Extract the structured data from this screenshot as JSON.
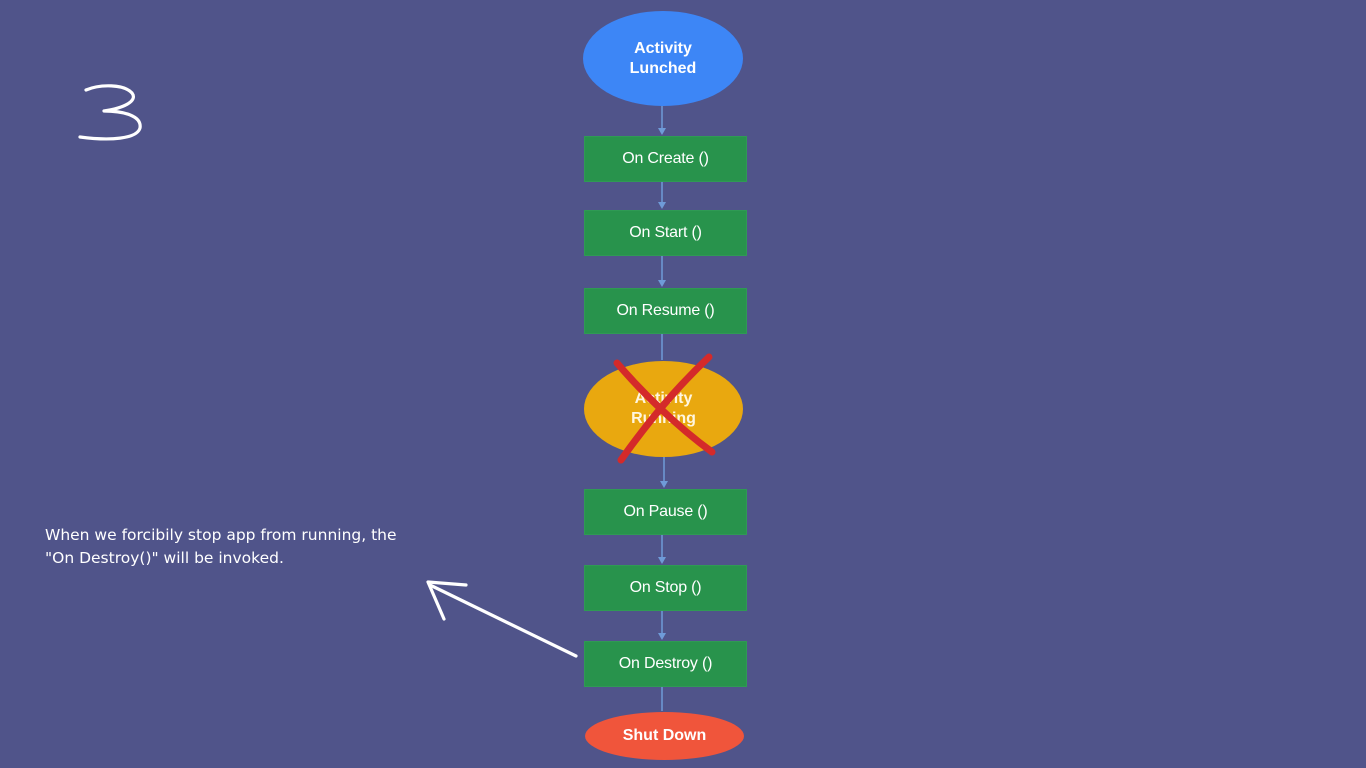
{
  "background_color": "#50548a",
  "handwritten_number": "3",
  "flowchart": {
    "nodes": [
      {
        "id": "launched",
        "label": "Activity\nLunched",
        "shape": "ellipse",
        "color": "#3d86f6"
      },
      {
        "id": "create",
        "label": "On Create ()",
        "shape": "box",
        "color": "#28934c"
      },
      {
        "id": "start",
        "label": "On Start ()",
        "shape": "box",
        "color": "#28934c"
      },
      {
        "id": "resume",
        "label": "On Resume ()",
        "shape": "box",
        "color": "#28934c"
      },
      {
        "id": "running",
        "label": "Activity\nRunning",
        "shape": "ellipse",
        "color": "#e9a80f",
        "crossed_out": true
      },
      {
        "id": "pause",
        "label": "On Pause ()",
        "shape": "box",
        "color": "#28934c"
      },
      {
        "id": "stop",
        "label": "On Stop ()",
        "shape": "box",
        "color": "#28934c"
      },
      {
        "id": "destroy",
        "label": "On Destroy ()",
        "shape": "box",
        "color": "#28934c"
      },
      {
        "id": "shutdown",
        "label": "Shut Down",
        "shape": "ellipse",
        "color": "#f0553b"
      }
    ],
    "edges": [
      [
        "launched",
        "create"
      ],
      [
        "create",
        "start"
      ],
      [
        "start",
        "resume"
      ],
      [
        "resume",
        "running"
      ],
      [
        "running",
        "pause"
      ],
      [
        "pause",
        "stop"
      ],
      [
        "stop",
        "destroy"
      ],
      [
        "destroy",
        "shutdown"
      ]
    ],
    "connector_color": "#6f9bd8",
    "cross_color": "#d42a2a"
  },
  "annotation": {
    "text": "When we forcibily stop app from running, the\n\"On Destroy()\" will be invoked.",
    "arrow_color": "#ffffff"
  }
}
